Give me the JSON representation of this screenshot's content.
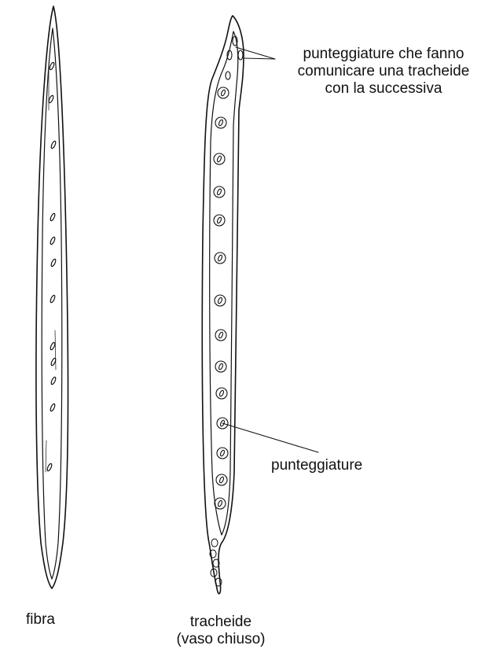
{
  "labels": {
    "top_callout": [
      "punteggiature che fanno",
      "comunicare una tracheide",
      "con la successiva"
    ],
    "pits": "punteggiature",
    "fiber": "fibra",
    "tracheid": [
      "tracheide",
      "(vaso chiuso)"
    ]
  },
  "colors": {
    "ink": "#111111",
    "background": "#ffffff"
  }
}
